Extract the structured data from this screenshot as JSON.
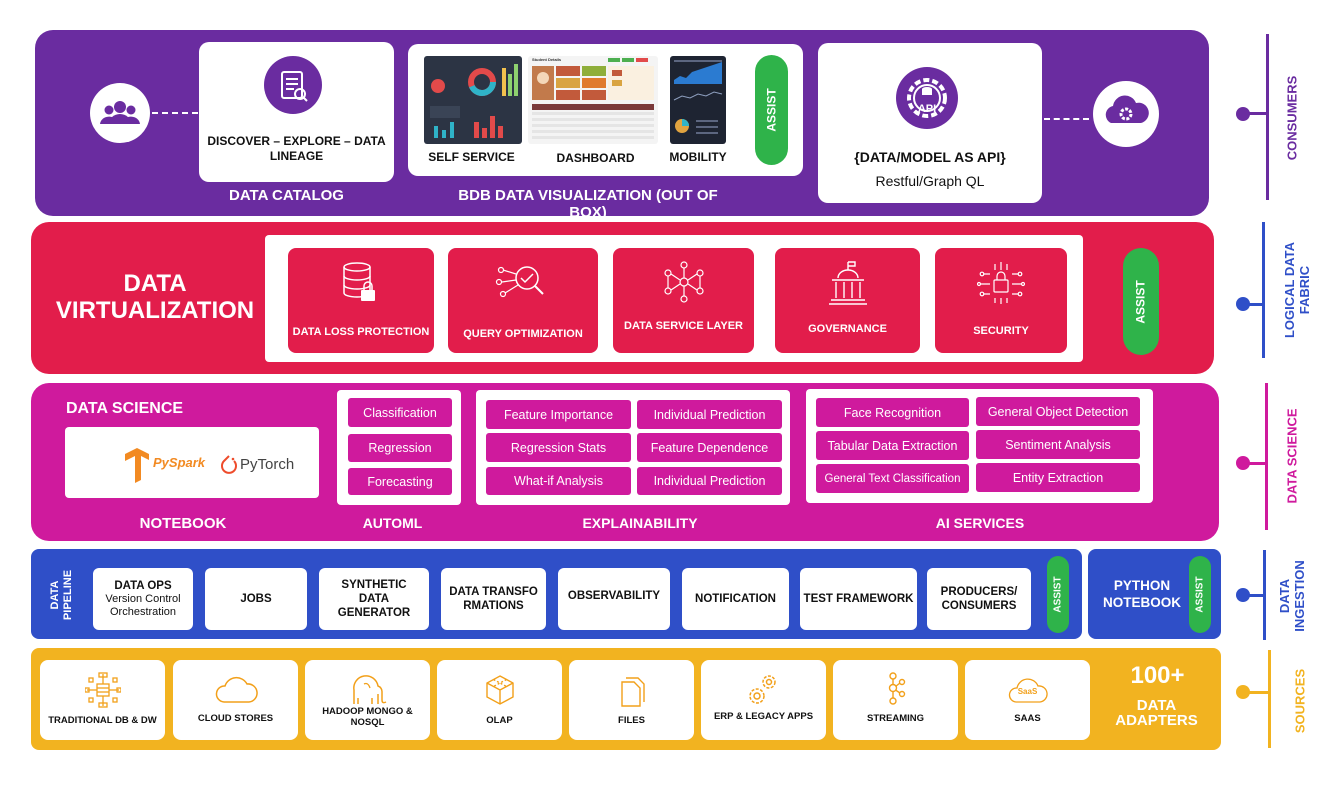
{
  "consumers": {
    "catalog_text": "DISCOVER – EXPLORE – DATA LINEAGE",
    "catalog_label": "DATA CATALOG",
    "viz_items": [
      "SELF SERVICE",
      "DASHBOARD",
      "MOBILITY"
    ],
    "viz_label": "BDB DATA VISUALIZATION (OUT OF BOX)",
    "assist": "ASSIST",
    "api_badge": "API",
    "api_title": "{DATA/MODEL AS API}",
    "api_sub": "Restful/Graph QL",
    "dashboard_title": "Student Details"
  },
  "virtualization": {
    "title_line1": "DATA",
    "title_line2": "VIRTUALIZATION",
    "cards": [
      {
        "label": "DATA  LOSS PROTECTION",
        "icon": "database-lock-icon"
      },
      {
        "label": "QUERY OPTIMIZATION",
        "icon": "query-search-icon"
      },
      {
        "label": "DATA SERVICE LAYER",
        "icon": "network-nodes-icon"
      },
      {
        "label": "GOVERNANCE",
        "icon": "government-building-icon"
      },
      {
        "label": "SECURITY",
        "icon": "circuit-lock-icon"
      }
    ],
    "assist": "ASSIST"
  },
  "data_science": {
    "title": "DATA SCIENCE",
    "notebook_logos": [
      "PySpark",
      "PyTorch"
    ],
    "notebook_label": "NOTEBOOK",
    "automl": [
      "Classification",
      "Regression",
      "Forecasting"
    ],
    "automl_label": "AUTOML",
    "explainability": [
      "Feature Importance",
      "Individual Prediction",
      "Regression Stats",
      "Feature Dependence",
      "What-if Analysis",
      "Individual Prediction"
    ],
    "explainability_label": "EXPLAINABILITY",
    "ai_services": [
      "Face Recognition",
      "General Object Detection",
      "Tabular Data Extraction",
      "Sentiment Analysis",
      "General Text Classification",
      "Entity Extraction"
    ],
    "ai_services_label": "AI SERVICES"
  },
  "ingestion": {
    "pipeline_label": "DATA PIPELINE",
    "cards": [
      {
        "title": "DATA OPS",
        "sub": "Version Control Orchestration"
      },
      {
        "title": "JOBS",
        "sub": ""
      },
      {
        "title": "SYNTHETIC DATA GENERATOR",
        "sub": ""
      },
      {
        "title": "DATA TRANSFORMATIONS",
        "sub": ""
      },
      {
        "title": "OBSERVABILITY",
        "sub": ""
      },
      {
        "title": "NOTIFICATION",
        "sub": ""
      },
      {
        "title": "TEST FRAMEWORK",
        "sub": ""
      },
      {
        "title": "PRODUCERS/ CONSUMERS",
        "sub": ""
      }
    ],
    "assist": "ASSIST",
    "python_notebook": "PYTHON NOTEBOOK"
  },
  "sources": {
    "cards": [
      {
        "label": "TRADITIONAL DB & DW",
        "icon": "database-network-icon"
      },
      {
        "label": "CLOUD STORES",
        "icon": "cloud-icon"
      },
      {
        "label": "HADOOP MONGO & NOSQL",
        "icon": "elephant-icon"
      },
      {
        "label": "OLAP",
        "icon": "cube-icon"
      },
      {
        "label": "FILES",
        "icon": "files-icon"
      },
      {
        "label": "ERP & LEGACY APPS",
        "icon": "gears-icon"
      },
      {
        "label": "STREAMING",
        "icon": "stream-nodes-icon"
      },
      {
        "label": "SAAS",
        "icon": "saas-cloud-icon"
      }
    ],
    "adapters_count": "100+",
    "adapters_label": "DATA ADAPTERS",
    "saas_badge": "SaaS"
  },
  "rail": {
    "labels": [
      "CONSUMERS",
      "LOGICAL DATA FABRIC",
      "DATA SCIENCE",
      "DATA INGESTION",
      "SOURCES"
    ],
    "colors": [
      "#6a2ca0",
      "#2f4fc8",
      "#cf1a9d",
      "#2f4fc8",
      "#f2b320"
    ]
  },
  "colors": {
    "consumers": "#6a2ca0",
    "virtualization": "#e21d4b",
    "data_science": "#cf1a9d",
    "ingestion": "#2f4fc8",
    "sources": "#f2b320",
    "assist": "#2fb34a"
  }
}
